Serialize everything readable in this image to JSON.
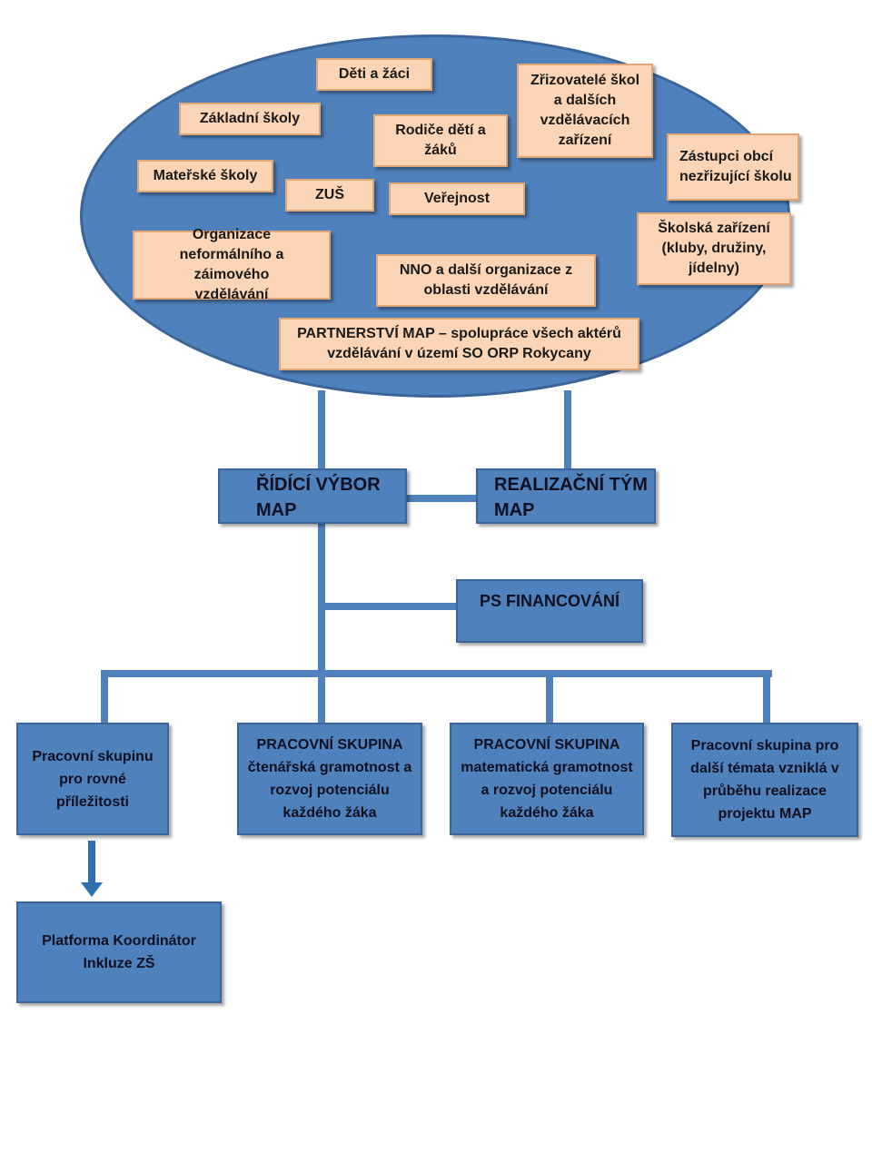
{
  "partners": {
    "deti_zaci": "Děti a žáci",
    "zakladni_skoly": "Základní školy",
    "rodice": "Rodiče dětí a žáků",
    "zrizovatele": "Zřizovatelé škol a dalších vzdělávacích zařízení",
    "zastupci_obci": "Zástupci obcí nezřizující školu",
    "materske_skoly": "Mateřské školy",
    "zus": "ZUŠ",
    "verejnost": "Veřejnost",
    "skolska_zarizeni": "Školská zařízení (kluby, družiny, jídelny)",
    "organizace_neformalniho": "Organizace neformálního a záimového vzdělávání",
    "nno": "NNO a další organizace z oblasti vzdělávání",
    "partnerstvi": "PARTNERSTVÍ MAP – spolupráce všech aktérů vzdělávání v území SO ORP Rokycany"
  },
  "structure": {
    "ridici_vybor": "ŘÍDÍCÍ VÝBOR\nMAP",
    "realizacni_tym": "REALIZAČNÍ TÝM\nMAP",
    "ps_financovani": "PS FINANCOVÁNÍ",
    "ps_rovne": "Pracovní skupinu pro rovné příležitosti",
    "ps_ctenarska": "PRACOVNÍ SKUPINA čtenářská gramotnost a rozvoj potenciálu každého žáka",
    "ps_matematicka": "PRACOVNÍ SKUPINA matematická gramotnost a rozvoj potenciálu každého žáka",
    "ps_dalsi": "Pracovní skupina pro další témata vzniklá v průběhu realizace projektu MAP",
    "platforma": "Platforma Koordinátor Inkluze ZŠ"
  },
  "colors": {
    "blue": "#4f81bd",
    "peach": "#fbd5b5"
  }
}
